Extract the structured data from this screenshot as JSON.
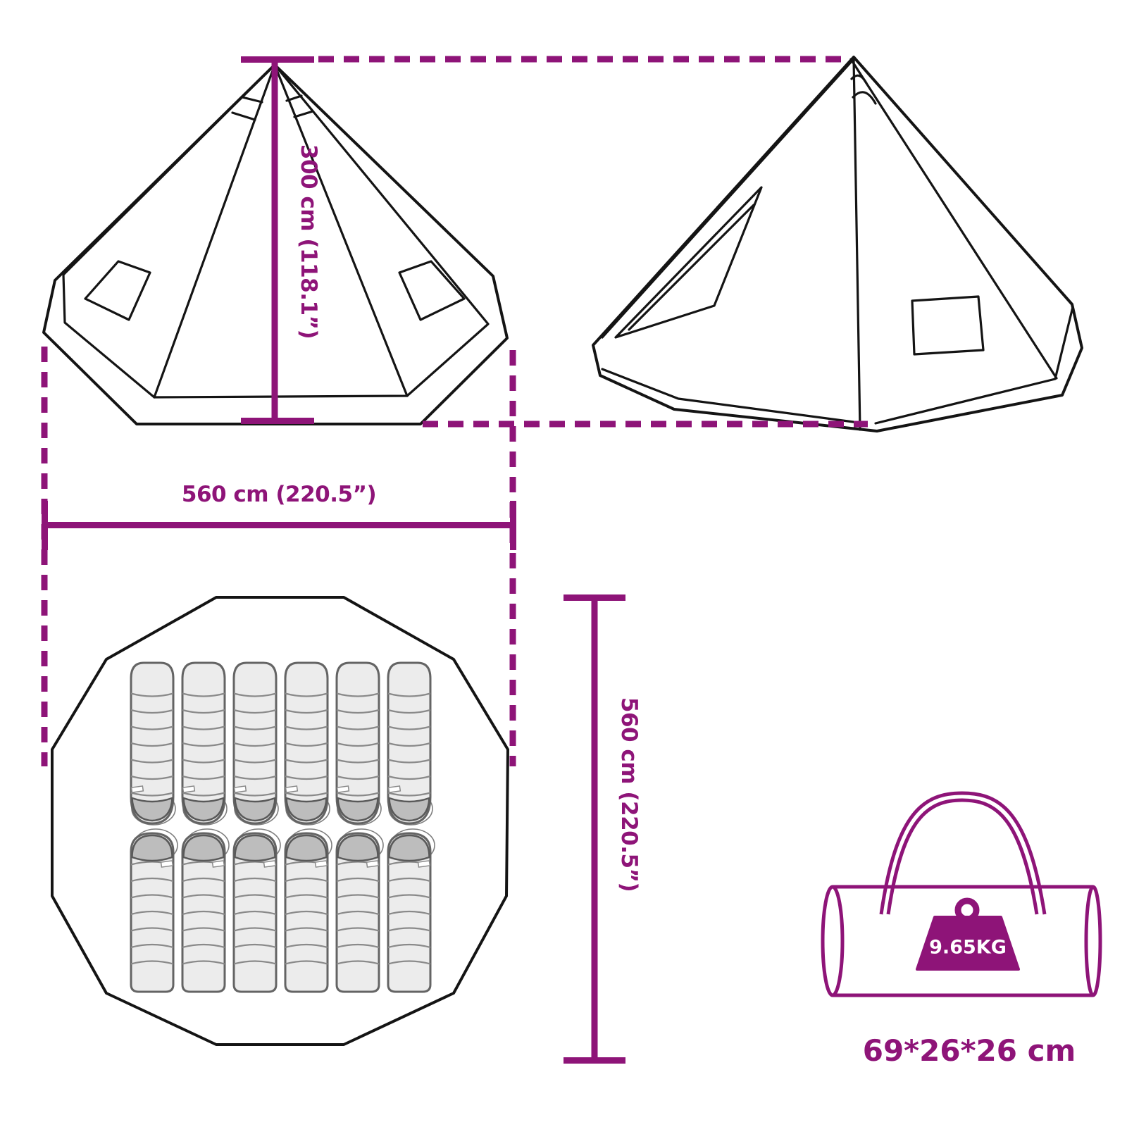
{
  "colors": {
    "accent": "#8E1478",
    "outline": "#141414"
  },
  "dimension_labels": {
    "height": "300 cm (118.1”)",
    "width": "560 cm (220.5”)",
    "depth": "560 cm (220.5”)"
  },
  "carry_bag": {
    "weight": "9.65KG",
    "dimensions": "69*26*26 cm"
  },
  "floorplan": {
    "sleeping_bag_total": 12,
    "rows": [
      {
        "count": 6,
        "hood_end": "bottom"
      },
      {
        "count": 6,
        "hood_end": "top"
      }
    ]
  }
}
